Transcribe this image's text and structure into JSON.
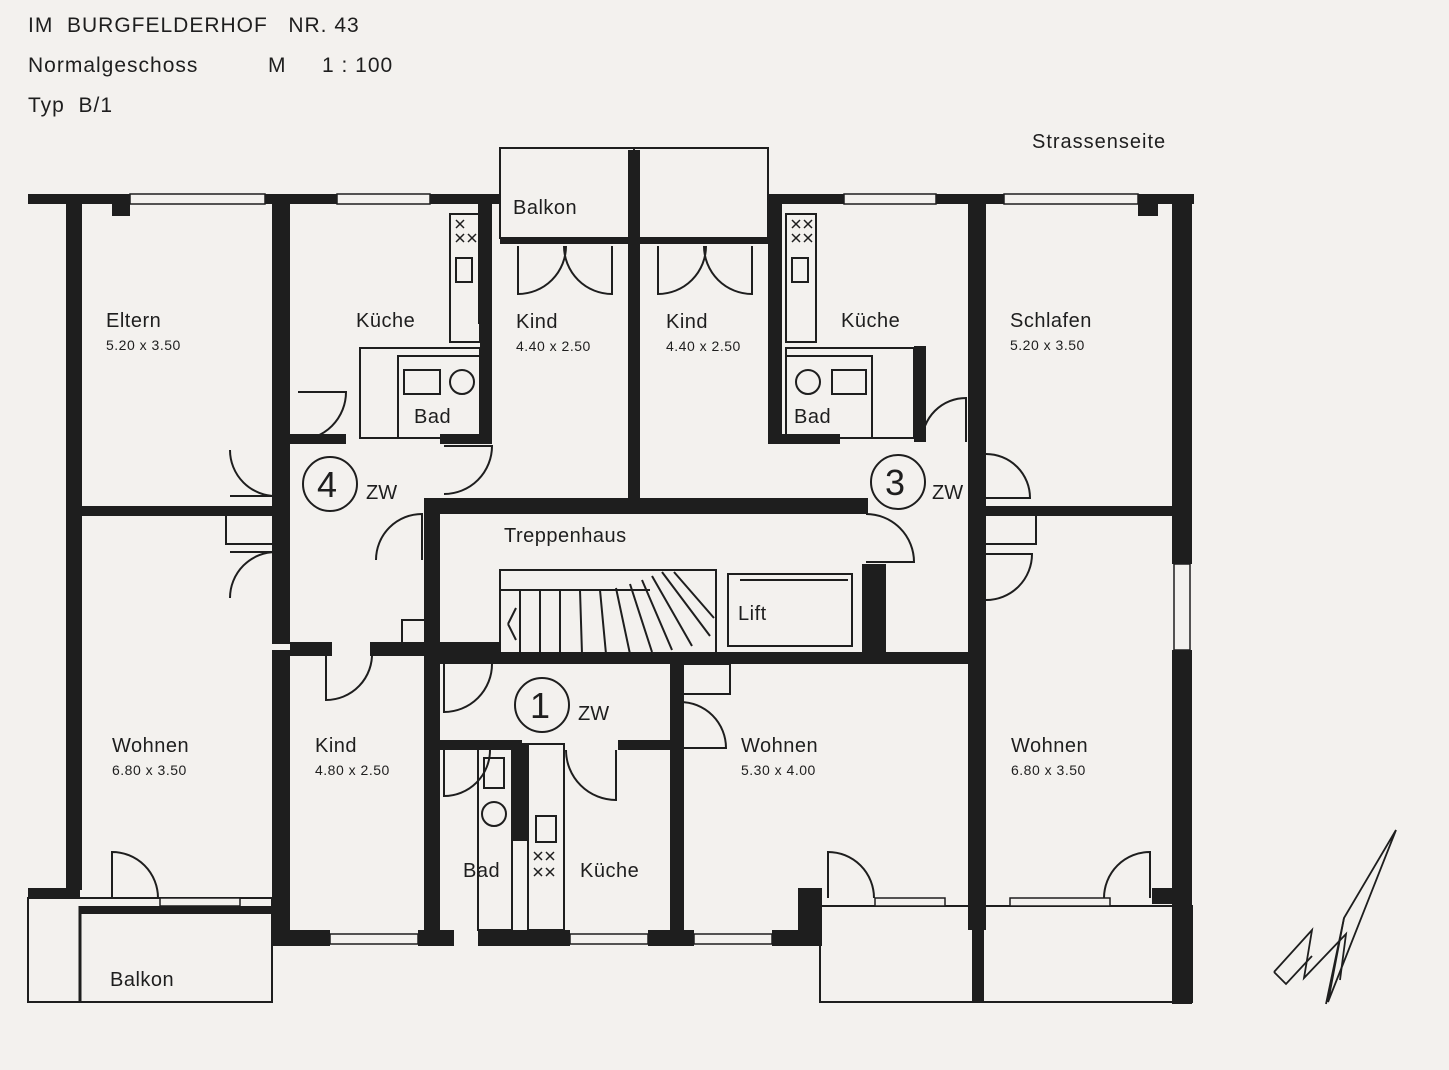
{
  "header": {
    "address": "IM  BURGFELDERHOF   NR. 43",
    "floor": "Normalgeschoss",
    "scale_m": "M",
    "scale": "1 : 100",
    "type": "Typ  B/1"
  },
  "orientation": "Strassenseite",
  "rooms": {
    "eltern": {
      "label": "Eltern",
      "dim": "5.20 x 3.50"
    },
    "kueche_left": {
      "label": "Küche"
    },
    "kind_top_left": {
      "label": "Kind",
      "dim": "4.40 x 2.50"
    },
    "kind_top_right": {
      "label": "Kind",
      "dim": "4.40 x 2.50"
    },
    "kueche_right": {
      "label": "Küche"
    },
    "schlafen": {
      "label": "Schlafen",
      "dim": "5.20 x 3.50"
    },
    "bad_left": {
      "label": "Bad"
    },
    "bad_right": {
      "label": "Bad"
    },
    "balkon_top": {
      "label": "Balkon"
    },
    "treppenhaus": {
      "label": "Treppenhaus"
    },
    "lift": {
      "label": "Lift"
    },
    "wohnen_left": {
      "label": "Wohnen",
      "dim": "6.80 x 3.50"
    },
    "kind_bottom": {
      "label": "Kind",
      "dim": "4.80 x 2.50"
    },
    "bad_bottom": {
      "label": "Bad"
    },
    "kueche_bottom": {
      "label": "Küche"
    },
    "wohnen_middle": {
      "label": "Wohnen",
      "dim": "5.30 x 4.00"
    },
    "wohnen_right": {
      "label": "Wohnen",
      "dim": "6.80 x 3.50"
    },
    "balkon_bottom": {
      "label": "Balkon"
    }
  },
  "units": {
    "unit4": {
      "number": "4",
      "type": "ZW"
    },
    "unit3": {
      "number": "3",
      "type": "ZW"
    },
    "unit1": {
      "number": "1",
      "type": "ZW"
    }
  },
  "icons": {
    "north_arrow": "north-arrow-icon",
    "stove": "stove-icon"
  }
}
